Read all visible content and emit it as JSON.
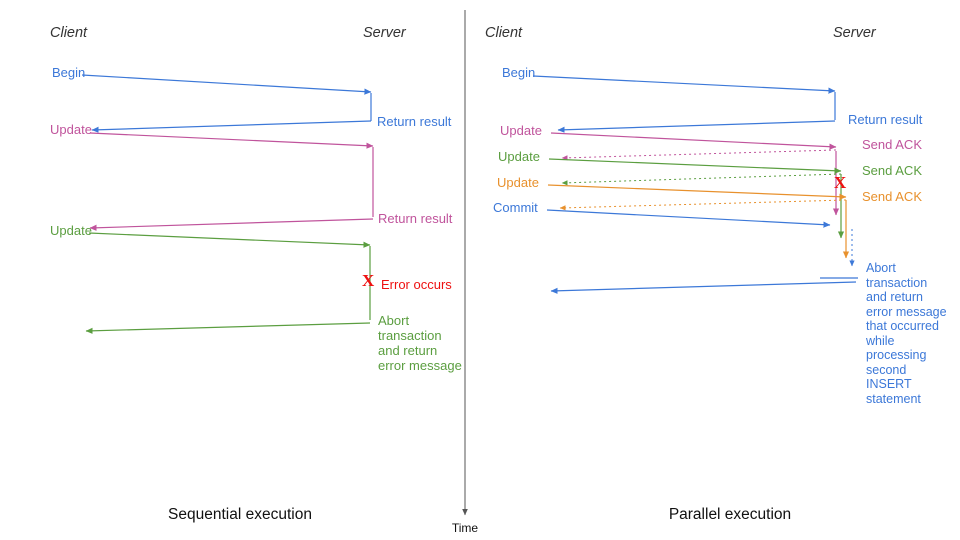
{
  "colors": {
    "blue": "#3C78D8",
    "pink": "#C0549C",
    "green": "#5B9E40",
    "orange": "#E8912D",
    "red": "#EE1111"
  },
  "time_axis": {
    "label": "Time"
  },
  "left": {
    "title": "Sequential execution",
    "client_header": "Client",
    "server_header": "Server",
    "messages": {
      "begin": "Begin",
      "return_result_1": "Return result",
      "update_1": "Update",
      "return_result_2": "Return result",
      "update_2": "Update",
      "error_x": "X",
      "error_occurs": "Error occurs",
      "abort": "Abort\ntransaction\nand return\nerror message"
    }
  },
  "right": {
    "title": "Parallel execution",
    "client_header": "Client",
    "server_header": "Server",
    "messages": {
      "begin": "Begin",
      "return_result": "Return result",
      "update_1": "Update",
      "send_ack_1": "Send ACK",
      "update_2": "Update",
      "send_ack_2": "Send ACK",
      "update_3": "Update",
      "send_ack_3": "Send ACK",
      "commit": "Commit",
      "error_x": "X",
      "abort": "Abort\ntransaction\nand return\nerror message\nthat occurred\nwhile\nprocessing\nsecond\nINSERT\nstatement"
    }
  }
}
